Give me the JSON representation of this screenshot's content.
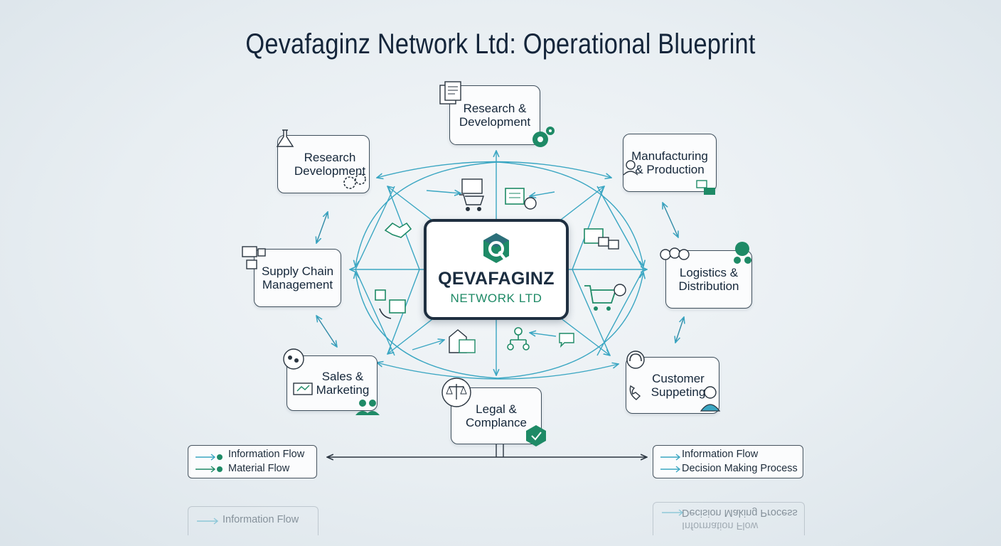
{
  "title": "Qevafaginz Network Ltd: Operational Blueprint",
  "hub": {
    "line1": "QEVAFAGINZ",
    "line2": "NETWORK LTD",
    "logo_letter": "Q"
  },
  "nodes": {
    "rd_top": "Research &\nDevelopment",
    "rd_left": "Research\nDevelopment",
    "manufacturing": "Manufacturing\n& Production",
    "supply_chain": "Supply Chain\nManagement",
    "logistics": "Logistics &\nDistribution",
    "sales": "Sales &\nMarketing",
    "customer": "Customer\nSuppeting",
    "legal": "Legal &\nComplance"
  },
  "legend_left": [
    "Information Flow",
    "Material Flow"
  ],
  "legend_right": [
    "Information Flow",
    "Decision Making Process"
  ],
  "reflection": {
    "left": "Information Flow",
    "right_1": "Decision Making Process",
    "right_2": "Information Flow"
  },
  "colors": {
    "accent_teal": "#3aa6c2",
    "accent_green": "#1e8a66",
    "dark": "#1f2f40"
  },
  "icons": [
    "documents-icon",
    "gears-icon",
    "flask-icon",
    "gear-icon",
    "worker-icon",
    "dashboard-icon",
    "computer-icon",
    "monitor-icon",
    "team-icon",
    "globe-icon",
    "chat-icon",
    "laptop-icon",
    "people-icon",
    "headset-icon",
    "support-agent-icon",
    "scales-icon",
    "shield-icon",
    "shopping-cart-icon",
    "clipboard-icon",
    "network-icon",
    "building-icon",
    "handshake-icon",
    "phone-icon",
    "truck-icon"
  ]
}
